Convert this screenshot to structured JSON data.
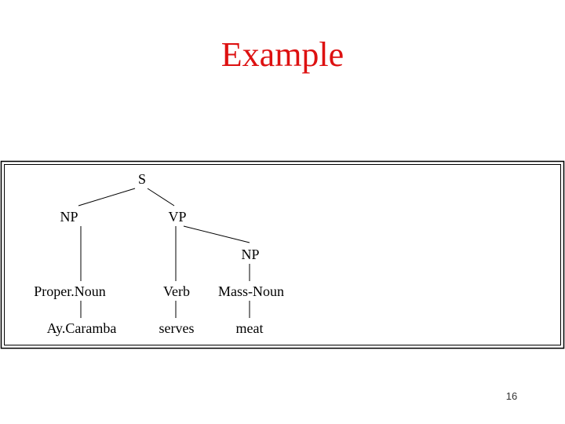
{
  "slide": {
    "title": "Example",
    "page_number": "16"
  },
  "tree": {
    "nodes": {
      "s": "S",
      "np_subject": "NP",
      "vp": "VP",
      "np_object": "NP",
      "proper_noun": "Proper.Noun",
      "verb": "Verb",
      "mass_noun": "Mass-Noun",
      "ay_caramba": "Ay.Caramba",
      "serves": "serves",
      "meat": "meat"
    }
  }
}
